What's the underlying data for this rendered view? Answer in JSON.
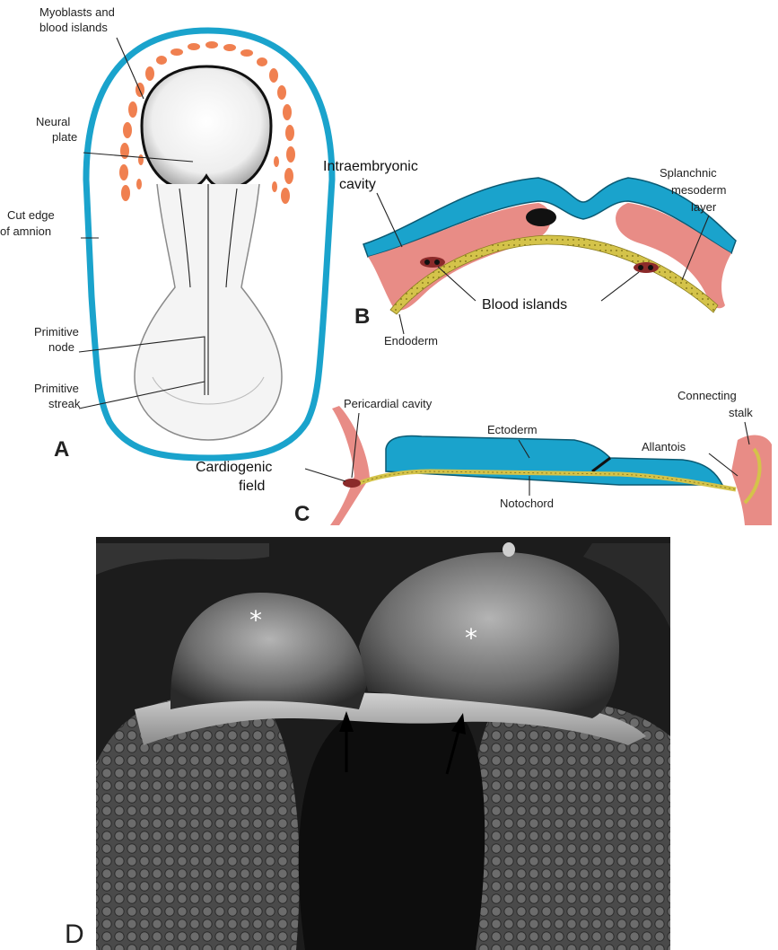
{
  "panel_a": {
    "letter": "A",
    "labels": {
      "myoblasts_line1": "Myoblasts and",
      "myoblasts_line2": "blood islands",
      "neural_line1": "Neural",
      "neural_line2": "plate",
      "cut_edge_line1": "Cut edge",
      "cut_edge_line2": "of amnion",
      "node_line1": "Primitive",
      "node_line2": "node",
      "streak_line1": "Primitive",
      "streak_line2": "streak"
    }
  },
  "panel_b": {
    "letter": "B",
    "labels": {
      "intra_line1": "Intraembryonic",
      "intra_line2": "cavity",
      "splanch_line1": "Splanchnic",
      "splanch_line2": "mesoderm",
      "splanch_line3": "layer",
      "blood_islands": "Blood islands",
      "endoderm": "Endoderm"
    }
  },
  "panel_c": {
    "letter": "C",
    "labels": {
      "pericardial": "Pericardial cavity",
      "ectoderm": "Ectoderm",
      "connecting_line1": "Connecting",
      "connecting_line2": "stalk",
      "allantois": "Allantois",
      "cardio_line1": "Cardiogenic",
      "cardio_line2": "field",
      "notochord": "Notochord"
    }
  },
  "panel_d": {
    "letter": "D",
    "markers": {
      "star": "*"
    }
  },
  "colors": {
    "ectoderm_blue": "#1aa3cc",
    "mesoderm_pink": "#e88c86",
    "mesoderm_orange": "#f08050",
    "endoderm_yellow": "#d4c34a",
    "notochord_black": "#111111",
    "sem_dark": "#1c1c1c"
  }
}
